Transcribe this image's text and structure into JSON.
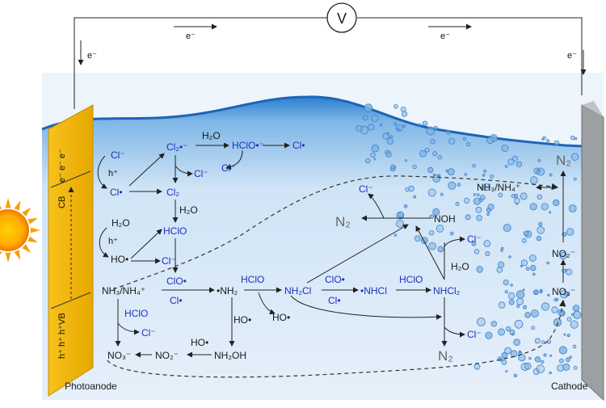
{
  "circuit": {
    "voltmeter": "V",
    "electron": "e⁻"
  },
  "electrodes": {
    "anode_label": "Photoanode",
    "cathode_label": "Cathode",
    "cb": "CB",
    "vb": "VB",
    "cb_electrons": "e⁻ e⁻ e⁻",
    "vb_holes": "h⁺ h⁺ h⁺",
    "hole": "h⁺"
  },
  "species": {
    "cl_minus": "Cl⁻",
    "cl_dot": "Cl•",
    "cl2_radical": "Cl₂•⁻",
    "cl2": "Cl₂",
    "h2o": "H₂O",
    "hclo": "HClO",
    "hclo_radical": "HClO•⁻",
    "ho_dot": "HO•",
    "clo_dot": "ClO•",
    "nh3_nh4": "NH₃/NH₄⁺",
    "nh2_dot": "•NH₂",
    "nh2cl": "NH₂Cl",
    "nhcl_dot": "•NHCl",
    "nhcl2": "NHCl₂",
    "noh": "NOH",
    "n2": "N₂",
    "no3": "NO₃⁻",
    "no2": "NO₂⁻",
    "nh2oh": "NH₂OH"
  }
}
